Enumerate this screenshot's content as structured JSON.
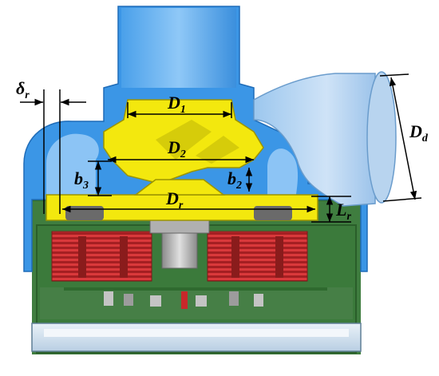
{
  "labels": {
    "delta_r": {
      "main": "δ",
      "sub": "r"
    },
    "D1": {
      "main": "D",
      "sub": "1"
    },
    "D2": {
      "main": "D",
      "sub": "2"
    },
    "Dd": {
      "main": "D",
      "sub": "d"
    },
    "Dr": {
      "main": "D",
      "sub": "r"
    },
    "b3": {
      "main": "b",
      "sub": "3"
    },
    "b2": {
      "main": "b",
      "sub": "2"
    },
    "Lr": {
      "main": "L",
      "sub": "r"
    }
  },
  "colors": {
    "casing_blue": "#3b96e6",
    "casing_light": "#8cc4f5",
    "impeller_yellow": "#f3e80e",
    "motor_green": "#3c7a3c",
    "coil_red": "#c8282a",
    "shaft_gray": "#b4b4b4"
  }
}
